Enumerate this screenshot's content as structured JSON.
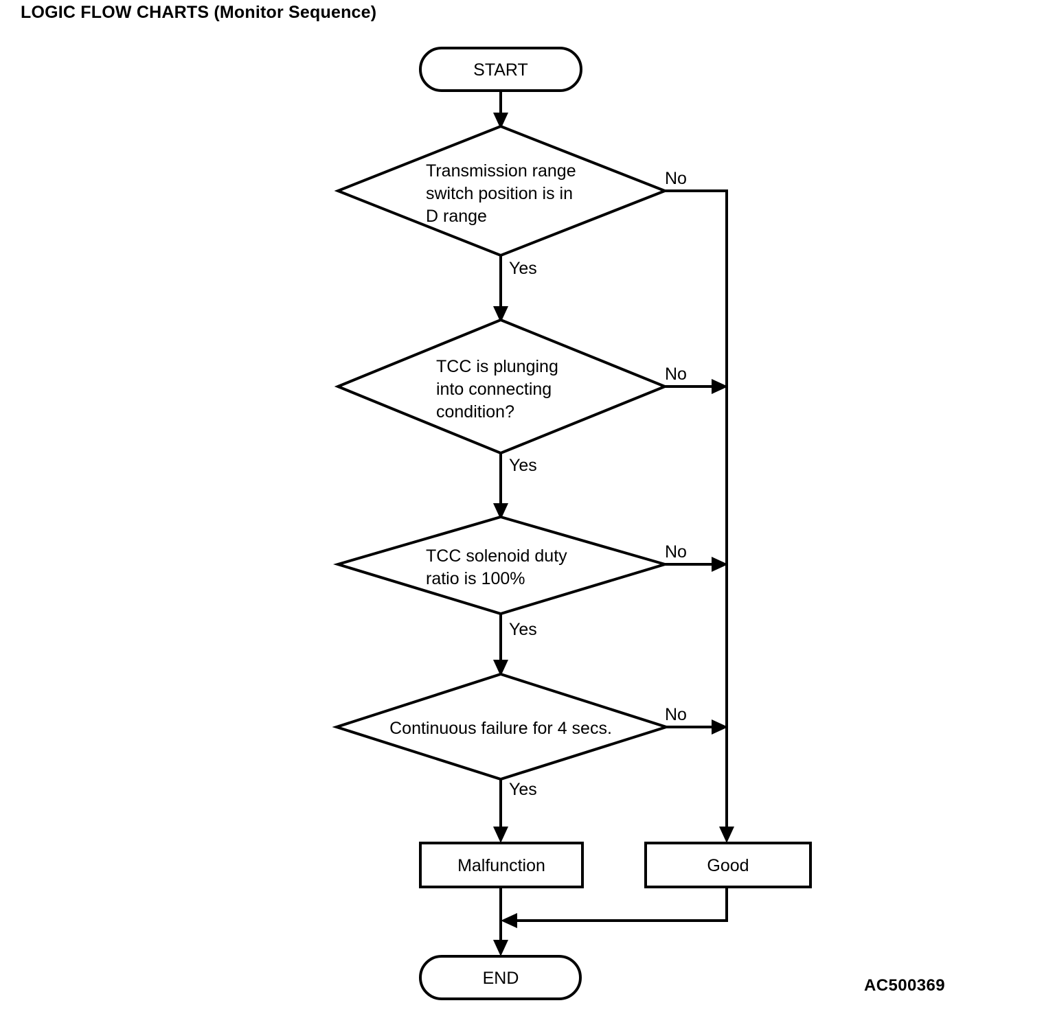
{
  "page": {
    "title": "LOGIC FLOW CHARTS (Monitor Sequence)",
    "reference_code": "AC500369",
    "background_color": "#ffffff",
    "line_color": "#000000"
  },
  "flowchart": {
    "type": "flowchart",
    "orientation": "top-to-bottom",
    "nodes": [
      {
        "id": "start",
        "shape": "terminator",
        "label": "START"
      },
      {
        "id": "decision1",
        "shape": "decision",
        "label": "Transmission range switch position is in D range",
        "lines": [
          "Transmission range",
          "switch position is in",
          "D range"
        ]
      },
      {
        "id": "decision2",
        "shape": "decision",
        "label": "TCC is plunging into connecting condition?",
        "lines": [
          "TCC is plunging",
          "into connecting",
          "condition?"
        ]
      },
      {
        "id": "decision3",
        "shape": "decision",
        "label": "TCC solenoid duty ratio is 100%",
        "lines": [
          "TCC solenoid duty",
          "ratio is 100%"
        ]
      },
      {
        "id": "decision4",
        "shape": "decision",
        "label": "Continuous failure for 4 secs.",
        "lines": [
          "Continuous failure for 4 secs."
        ]
      },
      {
        "id": "malfunction",
        "shape": "process",
        "label": "Malfunction"
      },
      {
        "id": "good",
        "shape": "process",
        "label": "Good"
      },
      {
        "id": "end",
        "shape": "terminator",
        "label": "END"
      }
    ],
    "edges": [
      {
        "from": "start",
        "to": "decision1",
        "label": ""
      },
      {
        "from": "decision1",
        "to": "decision2",
        "label": "Yes"
      },
      {
        "from": "decision1",
        "to": "good",
        "label": "No"
      },
      {
        "from": "decision2",
        "to": "decision3",
        "label": "Yes"
      },
      {
        "from": "decision2",
        "to": "good",
        "label": "No"
      },
      {
        "from": "decision3",
        "to": "decision4",
        "label": "Yes"
      },
      {
        "from": "decision3",
        "to": "good",
        "label": "No"
      },
      {
        "from": "decision4",
        "to": "malfunction",
        "label": "Yes"
      },
      {
        "from": "decision4",
        "to": "good",
        "label": "No"
      },
      {
        "from": "malfunction",
        "to": "end",
        "label": ""
      },
      {
        "from": "good",
        "to": "end",
        "label": ""
      }
    ],
    "branch_labels": {
      "yes_1": "Yes",
      "no_1": "No",
      "yes_2": "Yes",
      "no_2": "No",
      "yes_3": "Yes",
      "no_3": "No",
      "yes_4": "Yes",
      "no_4": "No"
    }
  }
}
